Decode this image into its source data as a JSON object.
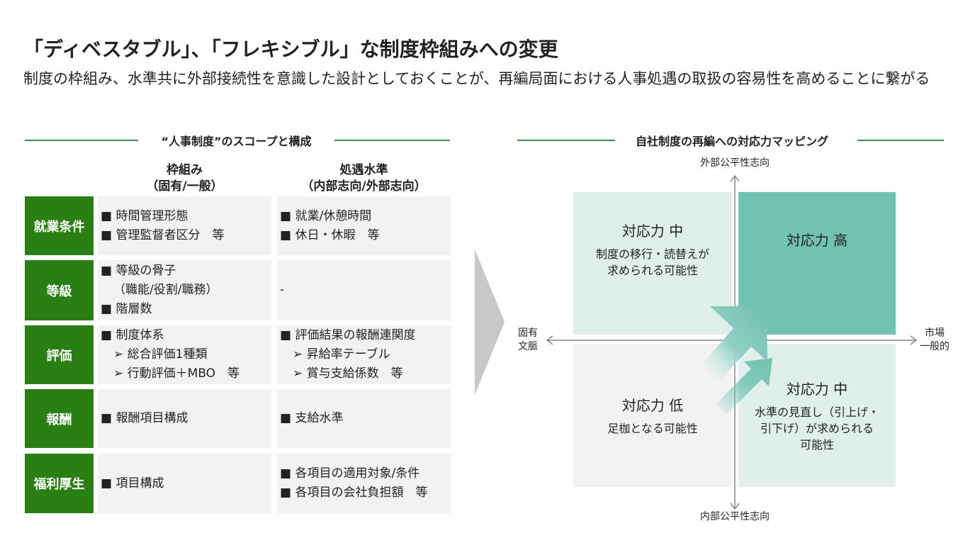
{
  "title": "「ディベスタブル」、「フレキシブル」な制度枠組みへの変更",
  "subtitle": "制度の枠組み、水準共に外部接続性を意識した設計としておくことが、再編局面における人事処遇の取扱の容易性を高めることに繋がる",
  "left": {
    "heading": "“人事制度”のスコープと構成",
    "col1": {
      "line1": "枠組み",
      "line2": "（固有/一般）"
    },
    "col2": {
      "line1": "処遇水準",
      "line2": "（内部志向/外部志向）"
    },
    "rows": [
      {
        "label": "就業条件",
        "c1": [
          "■ 時間管理形態",
          "■ 管理監督者区分　等"
        ],
        "c2": [
          "■ 就業/休憩時間",
          "■ 休日・休暇　等"
        ]
      },
      {
        "label": "等級",
        "c1": [
          "■ 等級の骨子",
          "（職能/役割/職務）",
          "■ 階層数"
        ],
        "c2": [
          "-"
        ]
      },
      {
        "label": "評価",
        "c1": [
          "■ 制度体系",
          "➢ 総合評価1種類",
          "➢ 行動評価＋MBO　等"
        ],
        "c2": [
          "■ 評価結果の報酬連関度",
          "➢ 昇給率テーブル",
          "➢ 賞与支給係数　等"
        ]
      },
      {
        "label": "報酬",
        "c1": [
          "■ 報酬項目構成"
        ],
        "c2": [
          "■ 支給水準"
        ]
      },
      {
        "label": "福利厚生",
        "c1": [
          "■ 項目構成"
        ],
        "c2": [
          "■ 各項目の適用対象/条件",
          "■ 各項目の会社負担額　等"
        ]
      }
    ]
  },
  "right": {
    "heading": "自社制度の再編への対応力マッピング",
    "axis_top": "外部公平性志向",
    "axis_bottom": "内部公平性志向",
    "axis_left": [
      "固有",
      "文脈"
    ],
    "axis_right": [
      "市場",
      "一般的"
    ],
    "quadrants": {
      "tl": {
        "title": "対応力 中",
        "desc": [
          "制度の移行・読替えが",
          "求められる可能性"
        ]
      },
      "tr": {
        "title": "対応力 高"
      },
      "bl": {
        "title": "対応力 低",
        "desc": [
          "足枷となる可能性"
        ]
      },
      "br": {
        "title": "対応力 中",
        "desc": [
          "水準の見直し（引上げ・",
          "引下げ）が求められる",
          "可能性"
        ]
      }
    },
    "colors": {
      "high": "#72c2b2",
      "mid": "#e0efe9",
      "low": "#f2f2f2"
    }
  }
}
